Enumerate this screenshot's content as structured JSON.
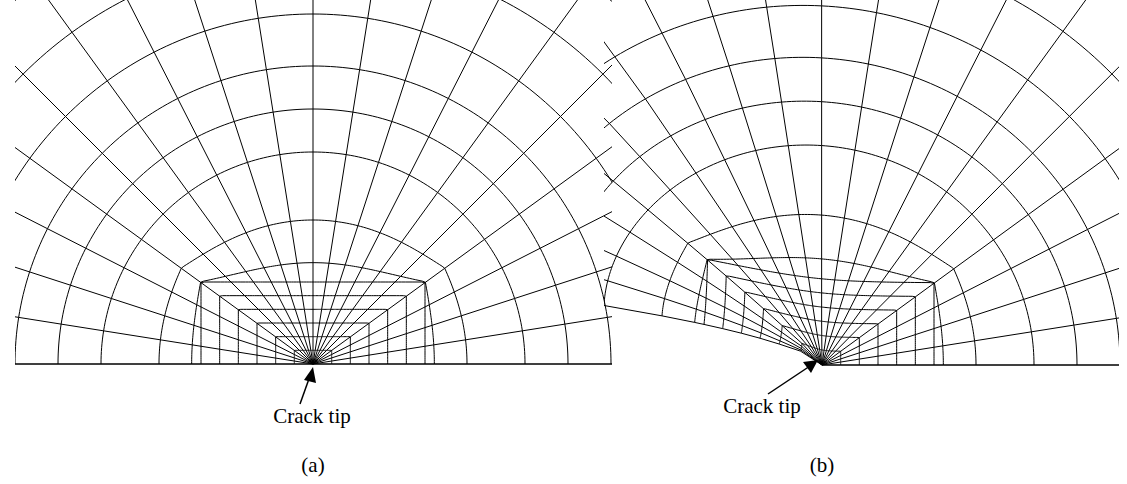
{
  "diagram": {
    "labels": [
      "Crack tip",
      "Crack tip",
      "(a)",
      "(b)"
    ]
  }
}
